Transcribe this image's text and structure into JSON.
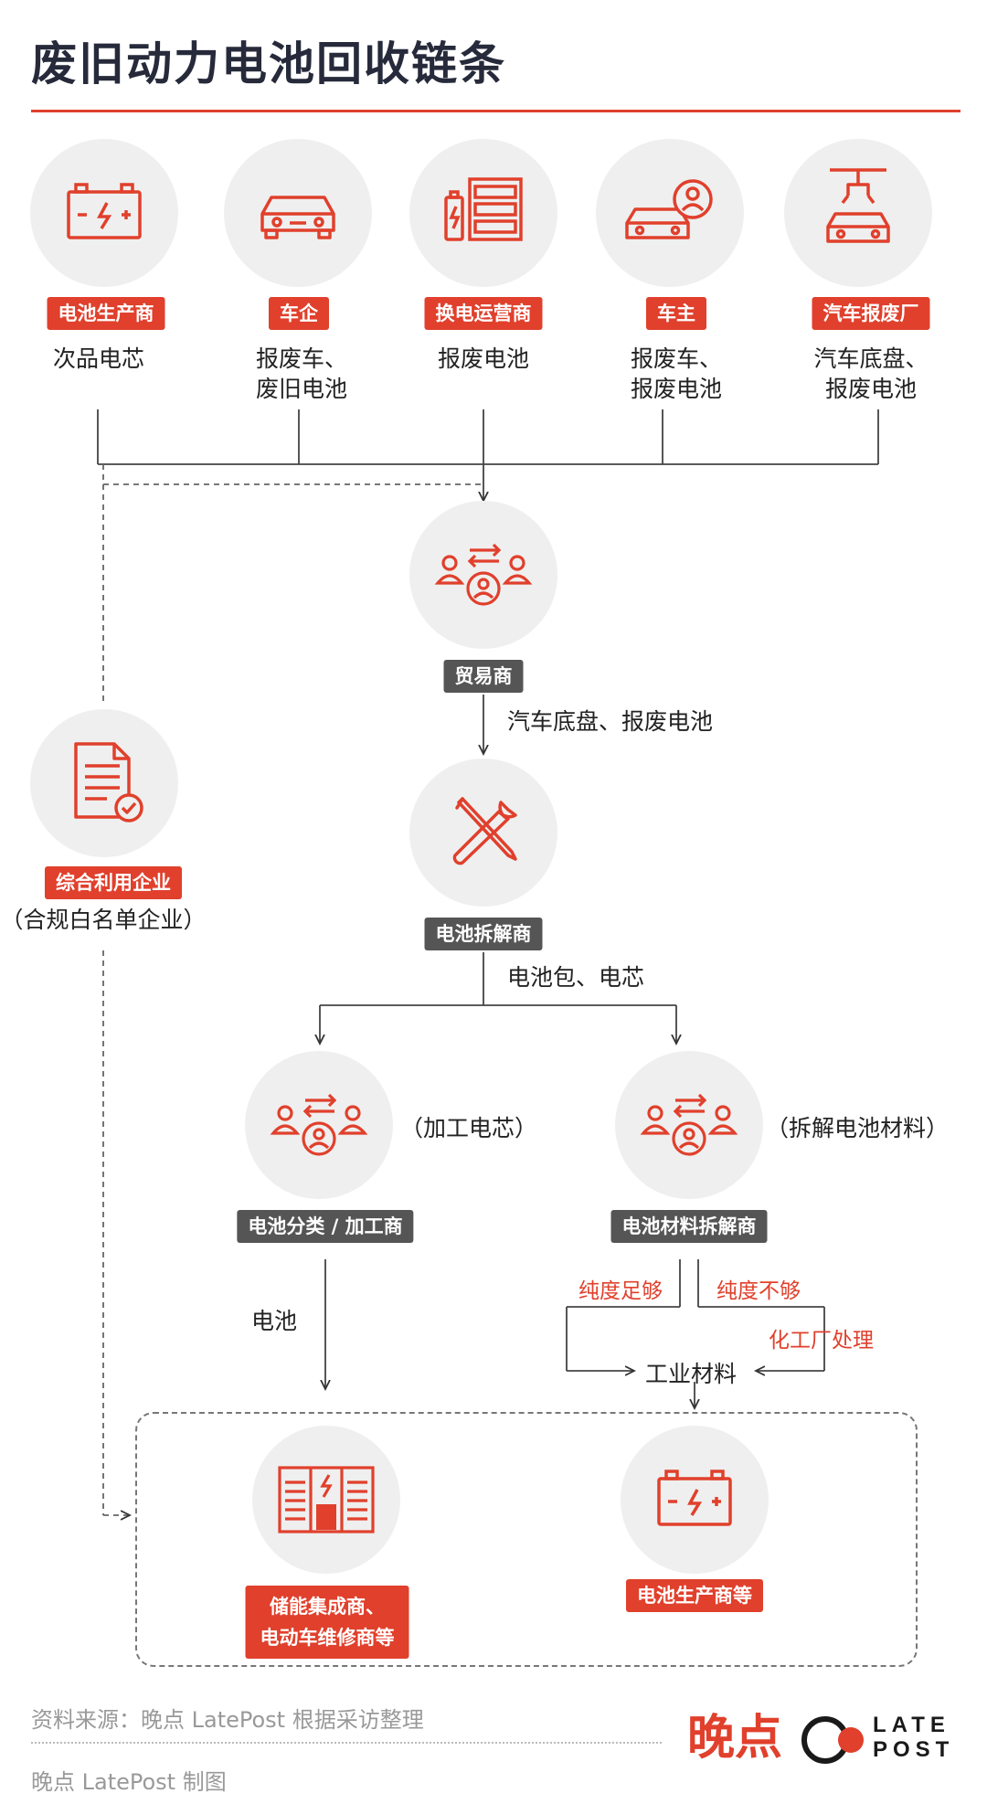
{
  "title": "废旧动力电池回收链条",
  "sources": [
    {
      "label": "电池生产商",
      "desc": [
        "次品电芯"
      ],
      "icon": "battery-icon"
    },
    {
      "label": "车企",
      "desc": [
        "报废车、",
        "废旧电池"
      ],
      "icon": "car-icon"
    },
    {
      "label": "换电运营商",
      "desc": [
        "报废电池"
      ],
      "icon": "battery-swap-cabinet-icon"
    },
    {
      "label": "车主",
      "desc": [
        "报废车、",
        "报废电池"
      ],
      "icon": "car-owner-icon"
    },
    {
      "label": "汽车报废厂",
      "desc": [
        "汽车底盘、",
        "报废电池"
      ],
      "icon": "car-crusher-icon"
    }
  ],
  "trader": {
    "label": "贸易商",
    "icon": "traders-exchange-icon"
  },
  "flow_trader_to_dismantler": "汽车底盘、报废电池",
  "dismantler": {
    "label": "电池拆解商",
    "icon": "tools-icon"
  },
  "flow_dismantler_out": "电池包、电芯",
  "comprehensive": {
    "label": "综合利用企业",
    "sub": "（合规白名单企业）",
    "icon": "document-check-icon"
  },
  "sorter": {
    "label": "电池分类 / 加工商",
    "note": "（加工电芯）",
    "icon": "traders-exchange-icon"
  },
  "material_dismantler": {
    "label": "电池材料拆解商",
    "note": "（拆解电池材料）",
    "icon": "traders-exchange-icon"
  },
  "flow_battery": "电池",
  "purity_ok": "纯度足够",
  "purity_low": "纯度不够",
  "chem_plant": "化工厂处理",
  "industrial_material": "工业材料",
  "storage": {
    "label_lines": [
      "储能集成商、",
      "电动车维修商等"
    ],
    "icon": "energy-storage-icon"
  },
  "producer_end": {
    "label": "电池生产商等",
    "icon": "battery-icon"
  },
  "footer": {
    "source": "资料来源：晚点 LatePost 根据采访整理",
    "credit": "晚点 LatePost 制图",
    "logo_cn": "晚点",
    "logo_en_1": "LATE",
    "logo_en_2": "POST"
  },
  "colors": {
    "accent": "#e0402c",
    "dark_tag": "#555555",
    "circle_bg": "#efefef"
  }
}
